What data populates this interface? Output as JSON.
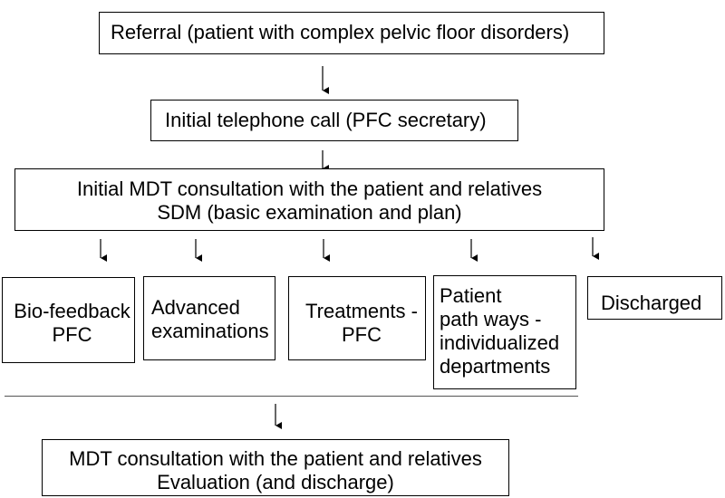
{
  "nodes": {
    "referral": {
      "lines": [
        "Referral (patient with complex pelvic floor disorders)"
      ]
    },
    "telephone_call": {
      "lines": [
        "Initial telephone call (PFC secretary)"
      ]
    },
    "initial_mdt": {
      "lines": [
        "Initial MDT consultation with the patient and relatives",
        "SDM (basic examination and plan)"
      ]
    },
    "biofeedback": {
      "lines": [
        "Bio-feedback",
        "PFC"
      ]
    },
    "advanced_examinations": {
      "lines": [
        "Advanced",
        "examinations"
      ]
    },
    "treatments": {
      "lines": [
        "Treatments -",
        "PFC"
      ]
    },
    "patient_pathways": {
      "lines": [
        "Patient",
        "path ways -",
        "individualized",
        "departments"
      ]
    },
    "discharged": {
      "lines": [
        "Discharged"
      ]
    },
    "final_mdt": {
      "lines": [
        "MDT consultation with the patient and relatives",
        "Evaluation (and discharge)"
      ]
    }
  },
  "edges": [
    {
      "from": "referral",
      "to": "telephone_call"
    },
    {
      "from": "telephone_call",
      "to": "initial_mdt"
    },
    {
      "from": "initial_mdt",
      "to": "biofeedback"
    },
    {
      "from": "initial_mdt",
      "to": "advanced_examinations"
    },
    {
      "from": "initial_mdt",
      "to": "treatments"
    },
    {
      "from": "initial_mdt",
      "to": "patient_pathways"
    },
    {
      "from": "initial_mdt",
      "to": "discharged"
    },
    {
      "from": "branches",
      "to": "final_mdt"
    }
  ]
}
